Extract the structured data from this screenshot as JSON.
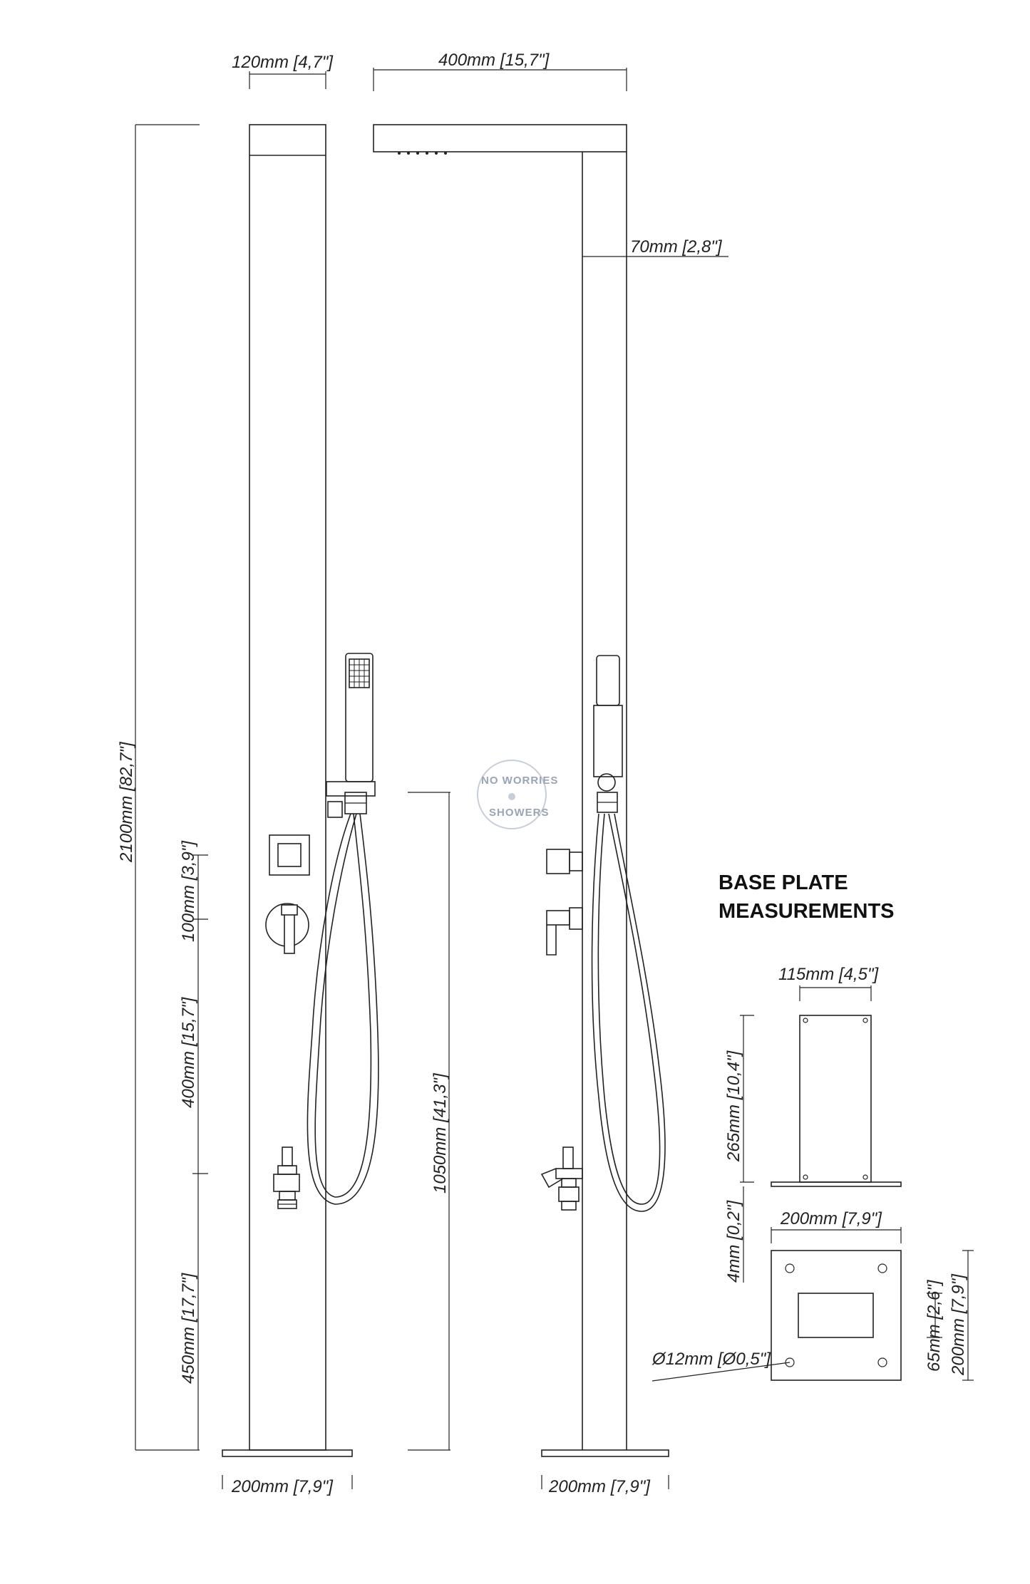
{
  "section_title": {
    "line1": "BASE PLATE",
    "line2": "MEASUREMENTS"
  },
  "front_view": {
    "top_width": "120mm [4,7\"]",
    "base_width": "200mm [7,9\"]",
    "total_height": "2100mm [82,7\"]",
    "dim_100": "100mm [3,9\"]",
    "dim_400": "400mm [15,7\"]",
    "dim_450": "450mm [17,7\"]",
    "hand_shower_height": "1050mm [41,3\"]"
  },
  "side_view": {
    "head_width": "400mm [15,7\"]",
    "column_depth": "70mm [2,8\"]",
    "base_width": "200mm [7,9\"]"
  },
  "base_plate": {
    "top_width": "115mm [4,5\"]",
    "height": "265mm [10,4\"]",
    "thickness": "4mm [0,2\"]",
    "plate_width": "200mm [7,9\"]",
    "hole_diameter": "Ø12mm [Ø0,5\"]",
    "slot_height": "65mm [2,6\"]",
    "plate_depth": "200mm [7,9\"]"
  },
  "watermark": {
    "top": "NO WORRIES",
    "bottom": "SHOWERS"
  }
}
